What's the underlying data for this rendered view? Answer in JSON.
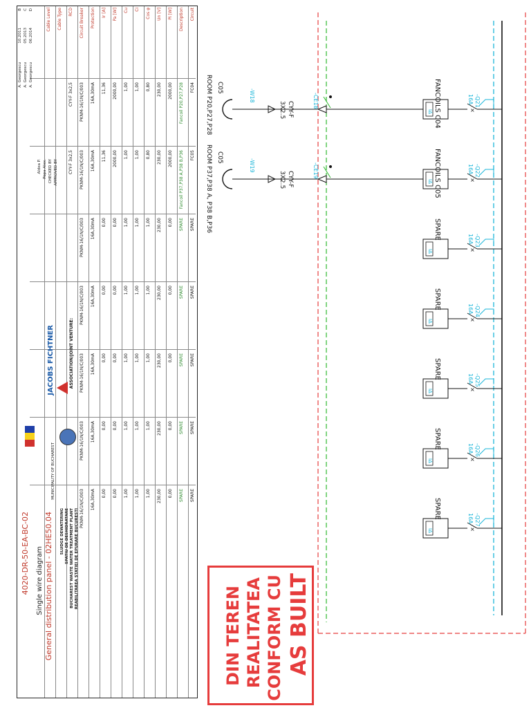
{
  "table": {
    "row_labels": [
      "Circuit",
      "Description",
      "Pi [W]",
      "Un [V]",
      "Cos φ",
      "Ci",
      "Cu",
      "Pa [W]",
      "Ir [A]",
      "Protection",
      "Circuit Breaker",
      "RCD",
      "Cable Type",
      "Cable Level"
    ],
    "circuits": [
      {
        "circuit": "FC04",
        "description": "Fancoil P20,P27,P28",
        "pi": "2000,00",
        "un": "230,00",
        "cos": "0,80",
        "ci": "1,00",
        "cu": "1,00",
        "pa": "2000,00",
        "ir": "11,36",
        "protection": "16A,30mA",
        "breaker": "PKNM-16/1N/C/003",
        "cable": "CYY-F 3x2,5"
      },
      {
        "circuit": "FC05",
        "description": "Fancoil P37,P38 A,P38 B,P36",
        "pi": "2000,00",
        "un": "230,00",
        "cos": "0,80",
        "ci": "1,00",
        "cu": "1,00",
        "pa": "2000,00",
        "ir": "11,36",
        "protection": "16A,30mA",
        "breaker": "PKNM-16/1N/C/003",
        "cable": "CYY-F 3x2,5"
      },
      {
        "circuit": "SPARE",
        "description": "SPARE",
        "pi": "0,00",
        "un": "230,00",
        "cos": "1,00",
        "ci": "1,00",
        "cu": "1,00",
        "pa": "0,00",
        "ir": "0,00",
        "protection": "16A,30mA",
        "breaker": "PKNM-16/1N/C/003",
        "cable": ""
      },
      {
        "circuit": "SPARE",
        "description": "SPARE",
        "pi": "0,00",
        "un": "230,00",
        "cos": "1,00",
        "ci": "1,00",
        "cu": "1,00",
        "pa": "0,00",
        "ir": "0,00",
        "protection": "16A,30mA",
        "breaker": "PKNM-16/1N/C/003",
        "cable": ""
      },
      {
        "circuit": "SPARE",
        "description": "SPARE",
        "pi": "0,00",
        "un": "230,00",
        "cos": "1,00",
        "ci": "1,00",
        "cu": "1,00",
        "pa": "0,00",
        "ir": "0,00",
        "protection": "16A,30mA",
        "breaker": "PKNM-16/1N/C/003",
        "cable": ""
      },
      {
        "circuit": "SPARE",
        "description": "SPARE",
        "pi": "0,00",
        "un": "230,00",
        "cos": "1,00",
        "ci": "1,00",
        "cu": "1,00",
        "pa": "0,00",
        "ir": "0,00",
        "protection": "16A,30mA",
        "breaker": "PKNM-16/1N/C/003",
        "cable": ""
      },
      {
        "circuit": "SPARE",
        "description": "SPARE",
        "pi": "0,00",
        "un": "230,00",
        "cos": "1,00",
        "ci": "1,00",
        "cu": "1,00",
        "pa": "0,00",
        "ir": "0,00",
        "protection": "16A,30mA",
        "breaker": "PKNM-16/1N/C/003",
        "cable": ""
      }
    ]
  },
  "title_block": {
    "revisions": [
      {
        "rev": "B",
        "date": "10.2011",
        "by": "A. Georgescu"
      },
      {
        "rev": "C",
        "date": "05.2013",
        "by": "A. Georgescu"
      },
      {
        "rev": "D",
        "date": "06.2014",
        "by": "A. Georgescu"
      }
    ],
    "approvals": [
      "Aldea P.",
      "Popa Alex.",
      "CHECKED BY",
      "APPROVED BY"
    ],
    "consortium": "ASSOCIATION/JOINT VENTURE:",
    "company": "JACOBS  FICHTNER",
    "beneficiary": "MUNICIPALITY OF BUCHAREST",
    "project_lines": [
      "REABILITAREA STATIEI DE EPURARE BUCURESTI",
      "BUCHAREST WASTE WATER TREATMENT PLANT",
      "SPATIU DE DESHIDRATARE",
      "SLUDGE DEWATERING"
    ],
    "drawing_title": "General distribution panel - 02HE50.04",
    "drawing_subtitle": "Single wire diagram",
    "drawing_number": "4020-DR-50-EA-BC-02"
  },
  "schematic": {
    "feeders": [
      {
        "label": "FANCOILS C04",
        "q": "-Q21",
        "amp": "16A",
        "cable": "CYY-F",
        "cable_size": "3X2.5",
        "w": "-W18",
        "e": "-CE18",
        "room": "ROOM P20,P27,P28",
        "c": "C05"
      },
      {
        "label": "FANCOILS C05",
        "q": "-Q22",
        "amp": "16A",
        "cable": "CYY-F",
        "cable_size": "3X2.5",
        "w": "-W19",
        "e": "-CE19",
        "room": "ROOM P37,P38 A, P38 B,P36",
        "c": "C05"
      },
      {
        "label": "SPARE",
        "q": "-Q23",
        "amp": "16A"
      },
      {
        "label": "SPARE",
        "q": "-Q24",
        "amp": "16A"
      },
      {
        "label": "SPARE",
        "q": "-Q25",
        "amp": "16A"
      },
      {
        "label": "SPARE",
        "q": "-Q26",
        "amp": "16A"
      },
      {
        "label": "SPARE",
        "q": "-Q27",
        "amp": "16A"
      }
    ],
    "rcd_label": "IΔ"
  },
  "stamp": {
    "lines": [
      "AS BUILT",
      "CONFORM CU",
      "REALITATEA",
      "DIN TEREN"
    ],
    "color": "#e63c3c"
  },
  "colors": {
    "red": "#c0392b",
    "cyan": "#19b5d9",
    "green": "#2eb82e",
    "dashed_red": "#e63c3c"
  }
}
